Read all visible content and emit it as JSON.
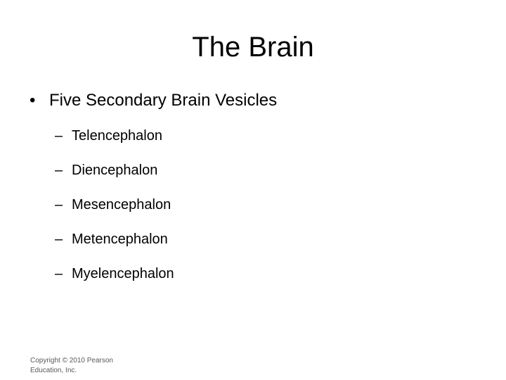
{
  "slide": {
    "title": "The Brain",
    "bullet": {
      "marker": "•",
      "text": "Five Secondary Brain Vesicles"
    },
    "subitems": [
      {
        "marker": "–",
        "text": "Telencephalon"
      },
      {
        "marker": "–",
        "text": "Diencephalon"
      },
      {
        "marker": "–",
        "text": "Mesencephalon"
      },
      {
        "marker": "–",
        "text": "Metencephalon"
      },
      {
        "marker": "–",
        "text": "Myelencephalon"
      }
    ],
    "footer": "Copyright © 2010 Pearson Education, Inc."
  }
}
